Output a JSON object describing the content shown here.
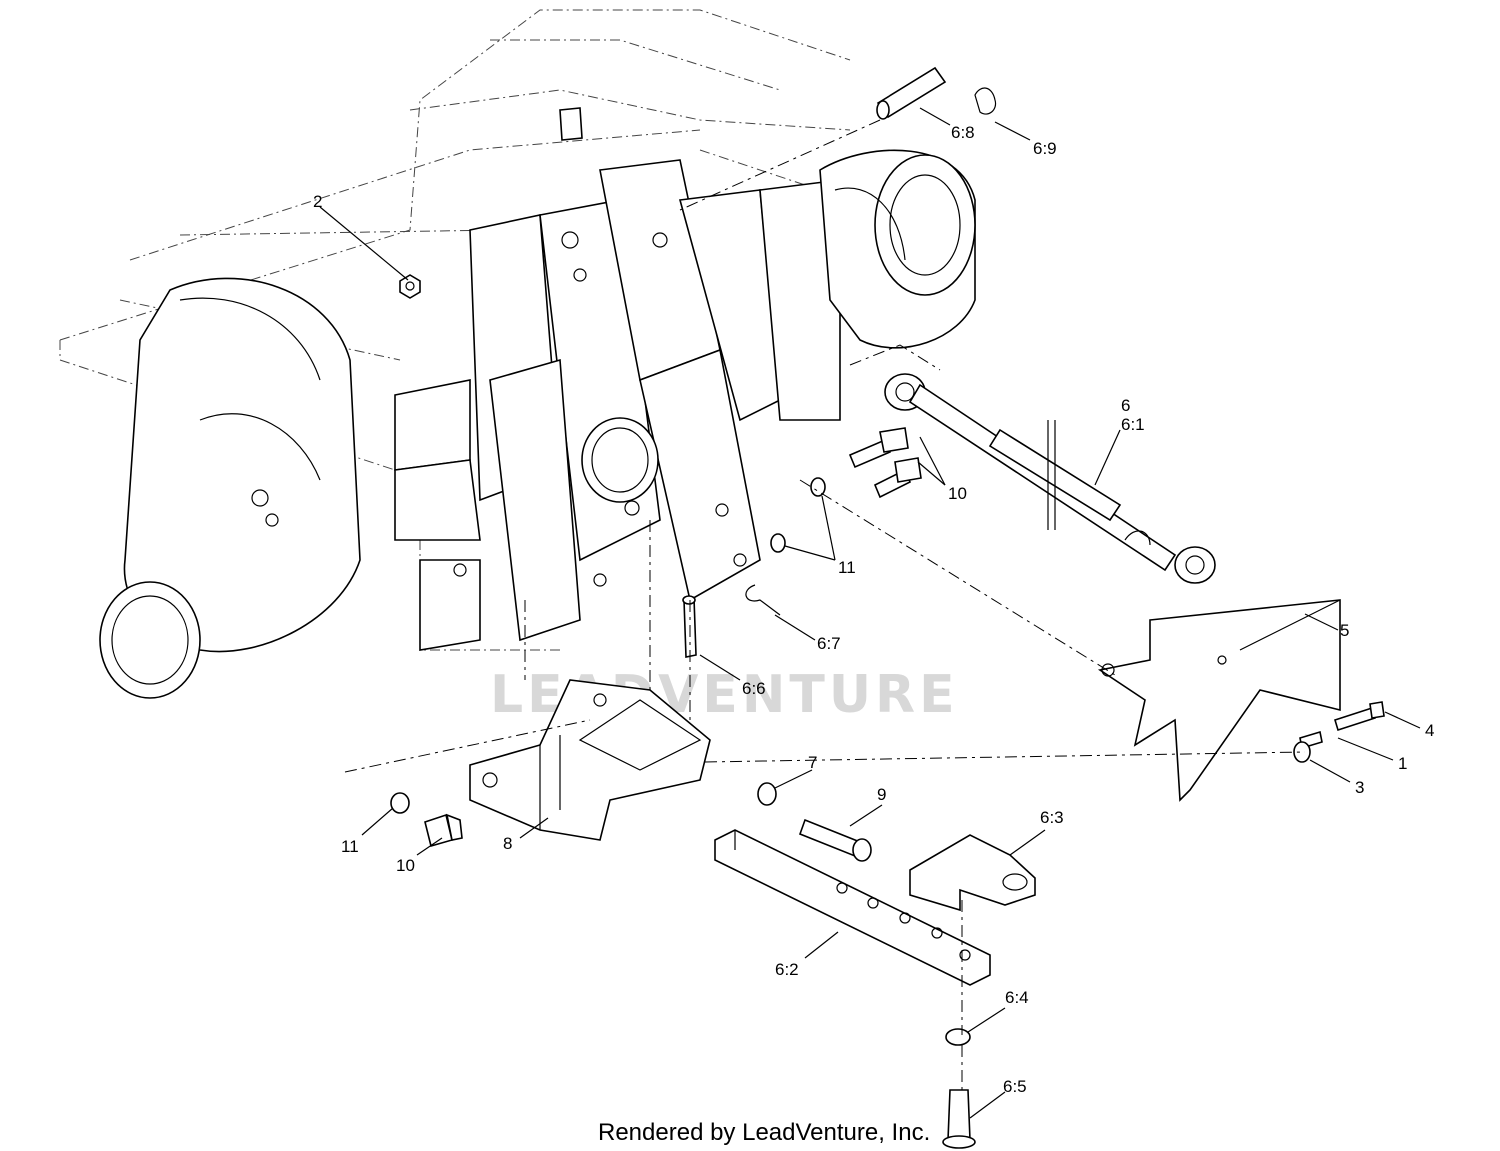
{
  "watermark": "LEADVENTURE",
  "credit": "Rendered by LeadVenture, Inc.",
  "callouts": [
    {
      "id": "c-2",
      "text": "2"
    },
    {
      "id": "c-6-8",
      "text": "6:8"
    },
    {
      "id": "c-6-9",
      "text": "6:9"
    },
    {
      "id": "c-6",
      "text": "6"
    },
    {
      "id": "c-6-1",
      "text": "6:1"
    },
    {
      "id": "c-10a",
      "text": "10"
    },
    {
      "id": "c-11a",
      "text": "11"
    },
    {
      "id": "c-5",
      "text": "5"
    },
    {
      "id": "c-6-7",
      "text": "6:7"
    },
    {
      "id": "c-6-6",
      "text": "6:6"
    },
    {
      "id": "c-4",
      "text": "4"
    },
    {
      "id": "c-1",
      "text": "1"
    },
    {
      "id": "c-3",
      "text": "3"
    },
    {
      "id": "c-7",
      "text": "7"
    },
    {
      "id": "c-9",
      "text": "9"
    },
    {
      "id": "c-6-3",
      "text": "6:3"
    },
    {
      "id": "c-11b",
      "text": "11"
    },
    {
      "id": "c-10b",
      "text": "10"
    },
    {
      "id": "c-8",
      "text": "8"
    },
    {
      "id": "c-6-2",
      "text": "6:2"
    },
    {
      "id": "c-6-4",
      "text": "6:4"
    },
    {
      "id": "c-6-5",
      "text": "6:5"
    }
  ]
}
